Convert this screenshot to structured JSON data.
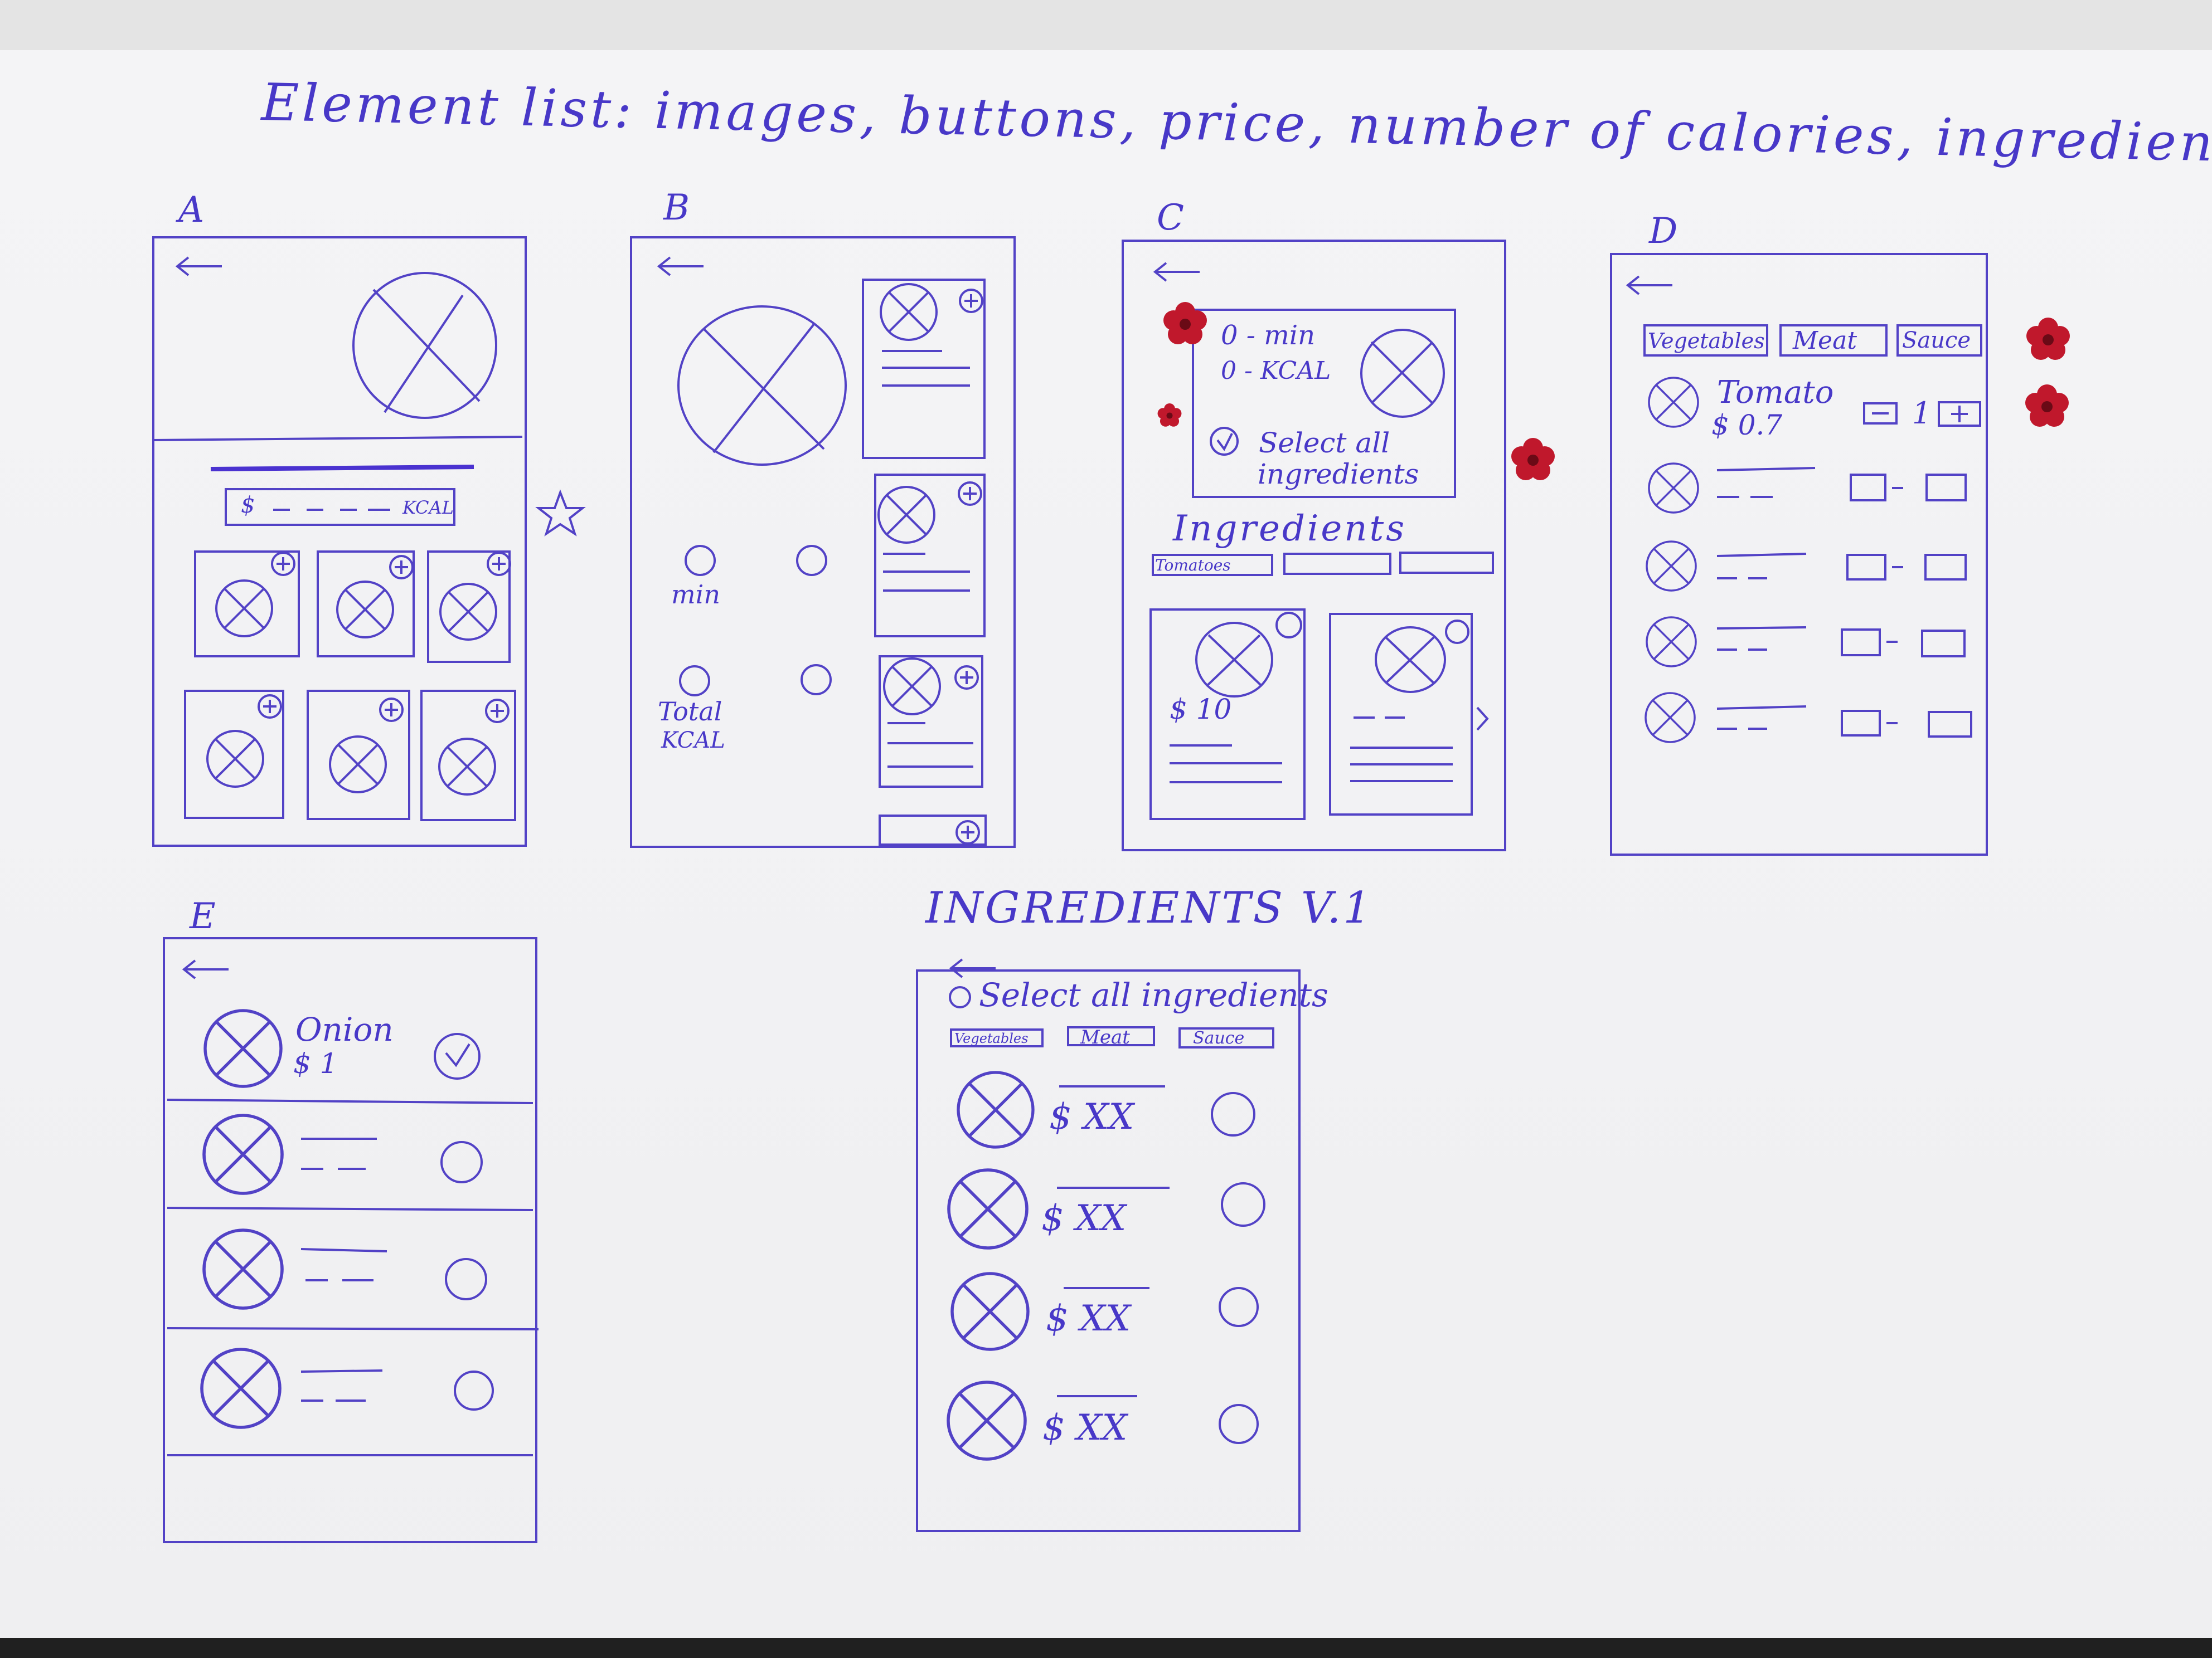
{
  "header": {
    "title": "Element list: images, buttons, price, number of calories, ingredient type"
  },
  "screens": {
    "a": {
      "label": "A",
      "summary_price": "$",
      "summary_kcal": "KCAL"
    },
    "b": {
      "label": "B",
      "time_label": "min",
      "total_label": "Total",
      "kcal_label": "KCAL"
    },
    "c": {
      "label": "C",
      "min_label": "0 - min",
      "kcal_label": "0 - KCAL",
      "select_all": "Select all",
      "select_all_2": "ingredients",
      "ingredients_title": "Ingredients",
      "tab_1": "Tomatoes",
      "card_price": "$ 10"
    },
    "d": {
      "label": "D",
      "tabs": [
        "Vegetables",
        "Meat",
        "Sauce"
      ],
      "item_name": "Tomato",
      "item_price": "$ 0.7",
      "qty": "1",
      "minus": "-",
      "plus": "+"
    },
    "e": {
      "label": "E",
      "item_name": "Onion",
      "item_price": "$ 1"
    },
    "v1": {
      "label": "INGREDIENTS V.1",
      "select_all": "Select all ingredients",
      "tabs": [
        "Vegetables",
        "Meat",
        "Sauce"
      ],
      "price": "$ XX"
    }
  },
  "colors": {
    "ink": "#5242c6",
    "accent_red": "#c0182c",
    "paper": "#f2f2f4"
  }
}
